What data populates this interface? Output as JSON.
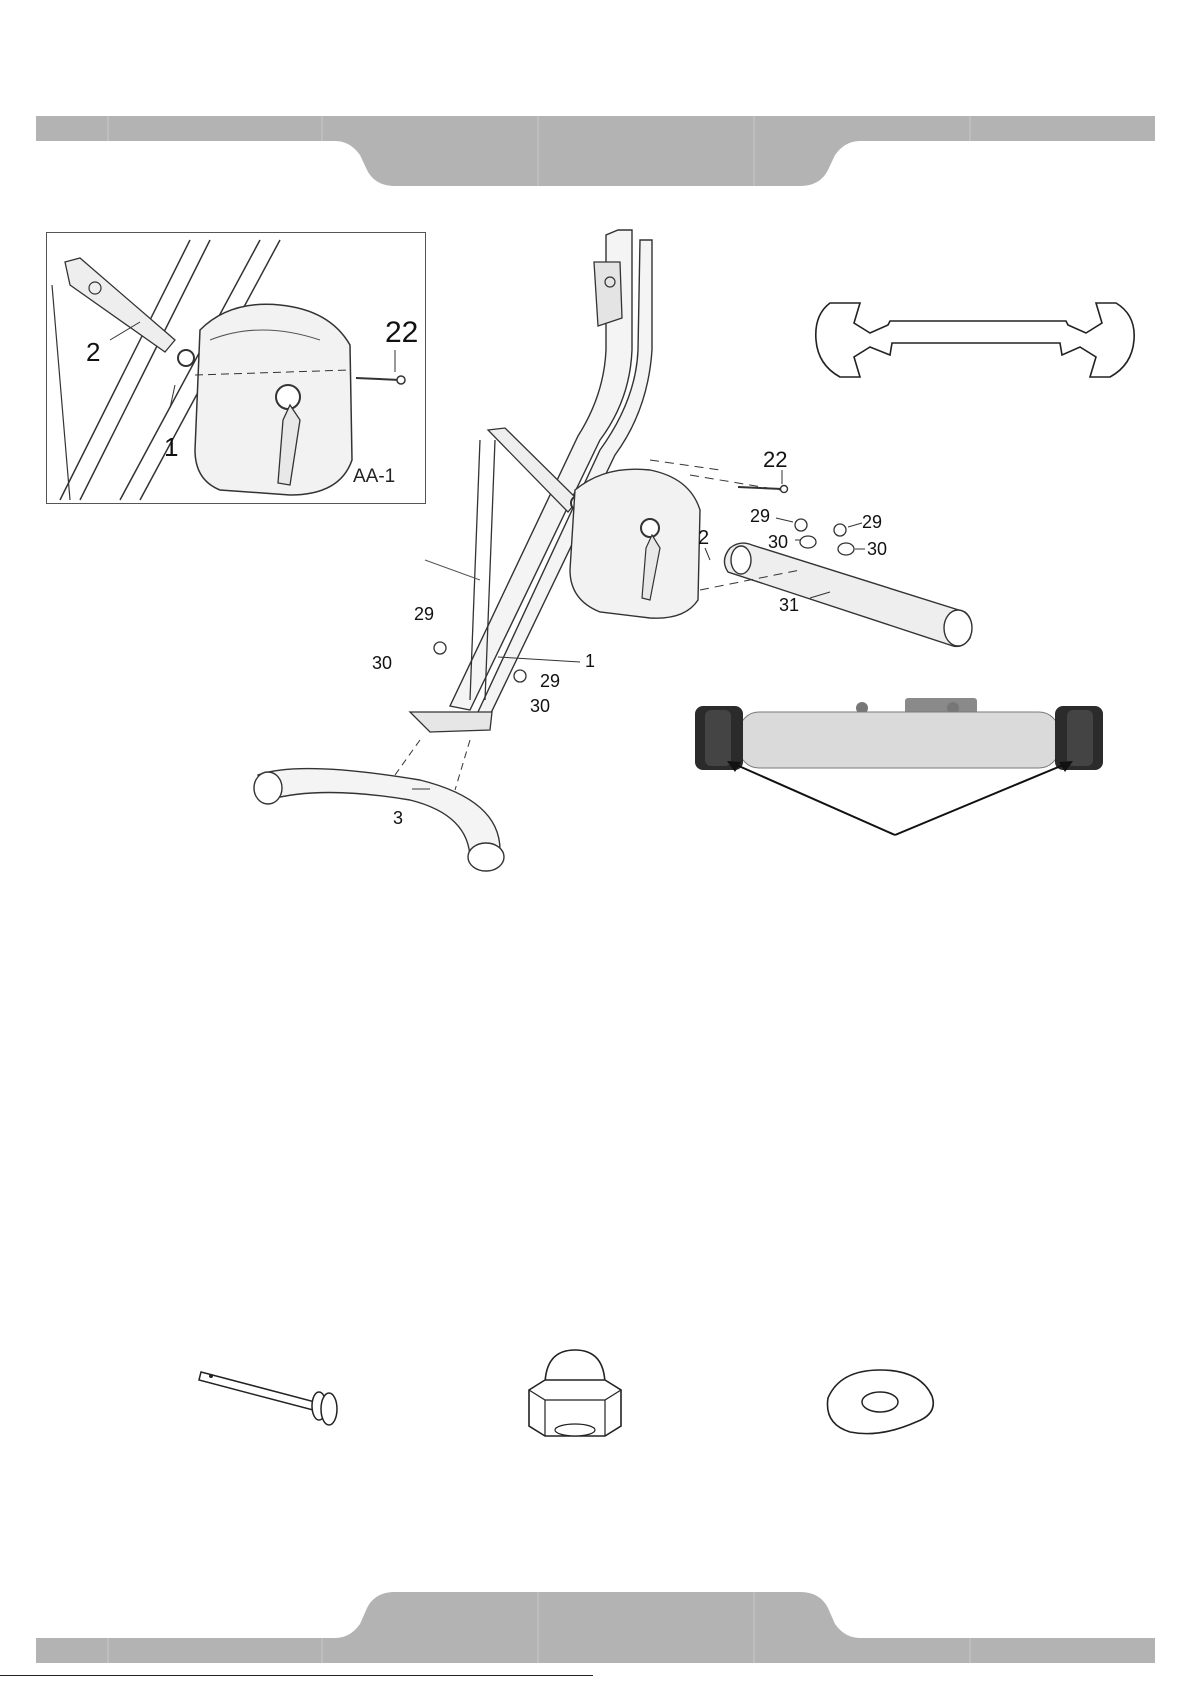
{
  "inset": {
    "id_label": "AA-1",
    "callouts": [
      "2",
      "22",
      "1"
    ]
  },
  "main_diagram": {
    "callouts": [
      "22",
      "29",
      "30",
      "29",
      "30",
      "2",
      "31",
      "29",
      "30",
      "1",
      "29",
      "30",
      "3"
    ]
  },
  "icons": {
    "wrench": "wrench-icon",
    "end_caps_photo": "stabilizer-end-caps-photo",
    "bolt": "bolt-icon",
    "cap_nut": "cap-nut-icon",
    "washer": "curved-washer-icon"
  },
  "colors": {
    "band": "#b3b3b3",
    "line": "#222222",
    "tube": "#d9d9d9"
  }
}
